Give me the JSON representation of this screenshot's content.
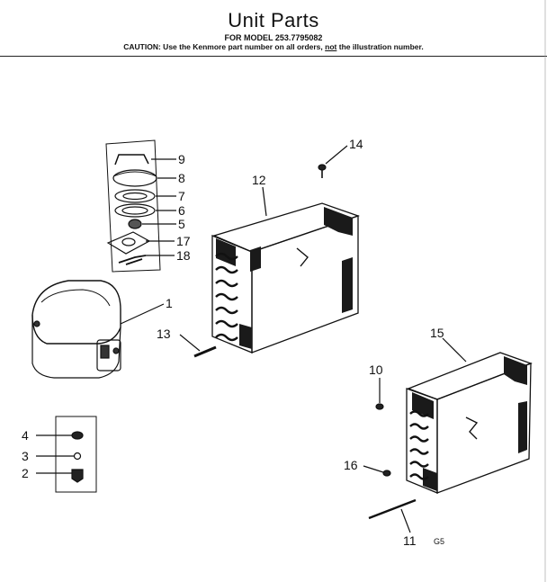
{
  "header": {
    "title": "Unit Parts",
    "model_line": "FOR MODEL 253.7795082",
    "caution_prefix": "CAUTION: Use the Kenmore part number on all orders,",
    "caution_not": "not",
    "caution_suffix": "the illustration number."
  },
  "callouts": {
    "c1": "1",
    "c2": "2",
    "c3": "3",
    "c4": "4",
    "c5": "5",
    "c6": "6",
    "c7": "7",
    "c8": "8",
    "c9": "9",
    "c10": "10",
    "c11": "11",
    "c12": "12",
    "c13": "13",
    "c14": "14",
    "c15": "15",
    "c16": "16",
    "c17": "17",
    "c18": "18"
  },
  "footer": {
    "code": "G5"
  }
}
